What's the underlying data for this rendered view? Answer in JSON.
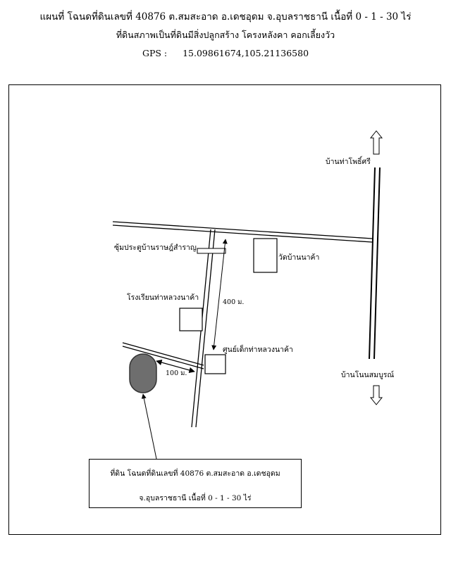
{
  "header": {
    "line1": "แผนที่ โฉนดที่ดินเลขที่ 40876 ต.สมสะอาด   อ.เดชอุดม   จ.อุบลราชธานี  เนื้อที่ 0   - 1  - 30 ไร่",
    "line2": "ที่ดินสภาพเป็นที่ดินมีสิ่งปลูกสร้าง   โครงหลังคา คอกเลี้ยงวัว",
    "gps_label": "GPS :",
    "gps_value": "15.09861674,105.21136580"
  },
  "map": {
    "labels": {
      "north_village": "บ้านท่าโพธิ์ศรี",
      "south_village": "บ้านโนนสมบูรณ์",
      "village_gate": "ซุ้มประตูบ้านราษฎ์สำราญ",
      "temple": "วัดบ้านนาค้า",
      "school": "โรงเรียนท่าหลวงนาค้า",
      "child_center": "ศูนย์เด็กท่าหลวงนาค้า",
      "distance_400": "400 ม.",
      "distance_100": "100 ม."
    }
  },
  "callout": {
    "line1": "ที่ดิน โฉนดที่ดินเลขที่ 40876  ต.สมสะอาด   อ.เดชอุดม",
    "line2": "จ.อุบลราชธานี  เนื้อที่ 0   - 1  - 30 ไร่"
  }
}
